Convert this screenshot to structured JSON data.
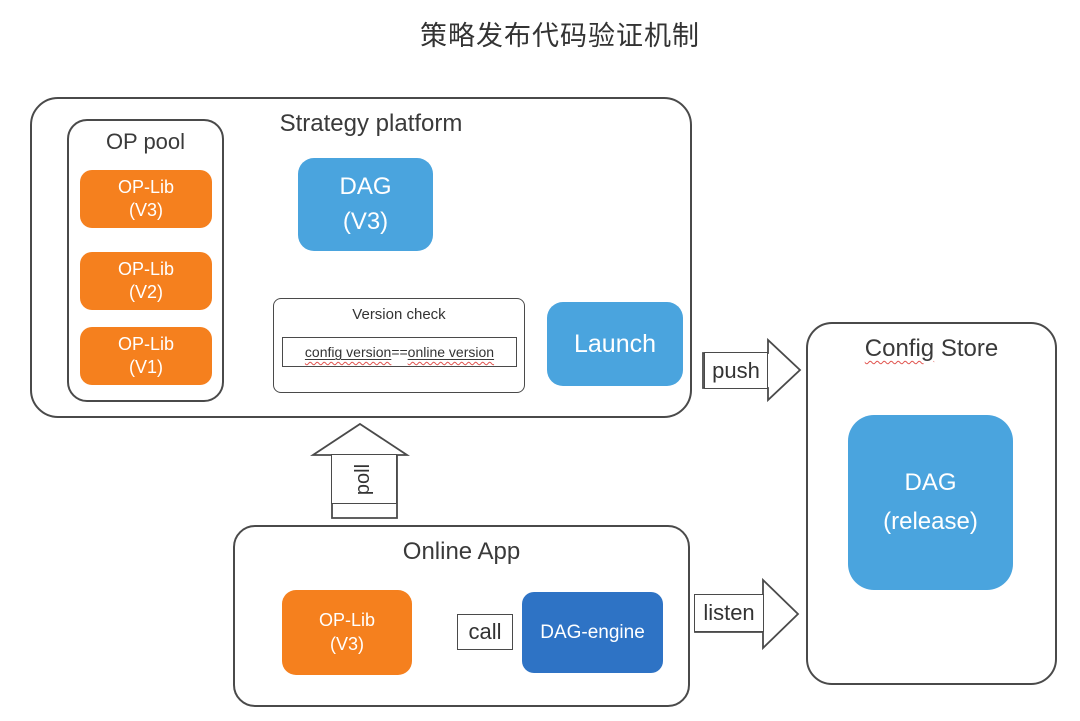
{
  "title": "策略发布代码验证机制",
  "colors": {
    "orange": "#F5801E",
    "blue": "#4AA4DE",
    "dark_blue": "#2E73C5",
    "border": "#4A4A4A",
    "arrow_blue": "#5B9BD5",
    "squiggle": "#E0524D"
  },
  "strategy_platform": {
    "label": "Strategy platform",
    "op_pool": {
      "label": "OP pool",
      "items": [
        {
          "line1": "OP-Lib",
          "line2": "(V3)"
        },
        {
          "line1": "OP-Lib",
          "line2": "(V2)"
        },
        {
          "line1": "OP-Lib",
          "line2": "(V1)"
        }
      ]
    },
    "dag_v3": {
      "line1": "DAG",
      "line2": "(V3)"
    },
    "version_check": {
      "label": "Version check",
      "expr_left": "config version",
      "expr_op": "==",
      "expr_right": "online version"
    },
    "launch": {
      "label": "Launch"
    }
  },
  "config_store": {
    "label_flagged": "Config",
    "label_rest": "Store",
    "dag_release": {
      "line1": "DAG",
      "line2": "(release)"
    }
  },
  "online_app": {
    "label": "Online App",
    "op_lib": {
      "line1": "OP-Lib",
      "line2": "(V3)"
    },
    "dag_engine": {
      "label": "DAG-engine"
    }
  },
  "flows": {
    "push": "push",
    "poll": "poll",
    "listen": "listen",
    "call": "call"
  }
}
